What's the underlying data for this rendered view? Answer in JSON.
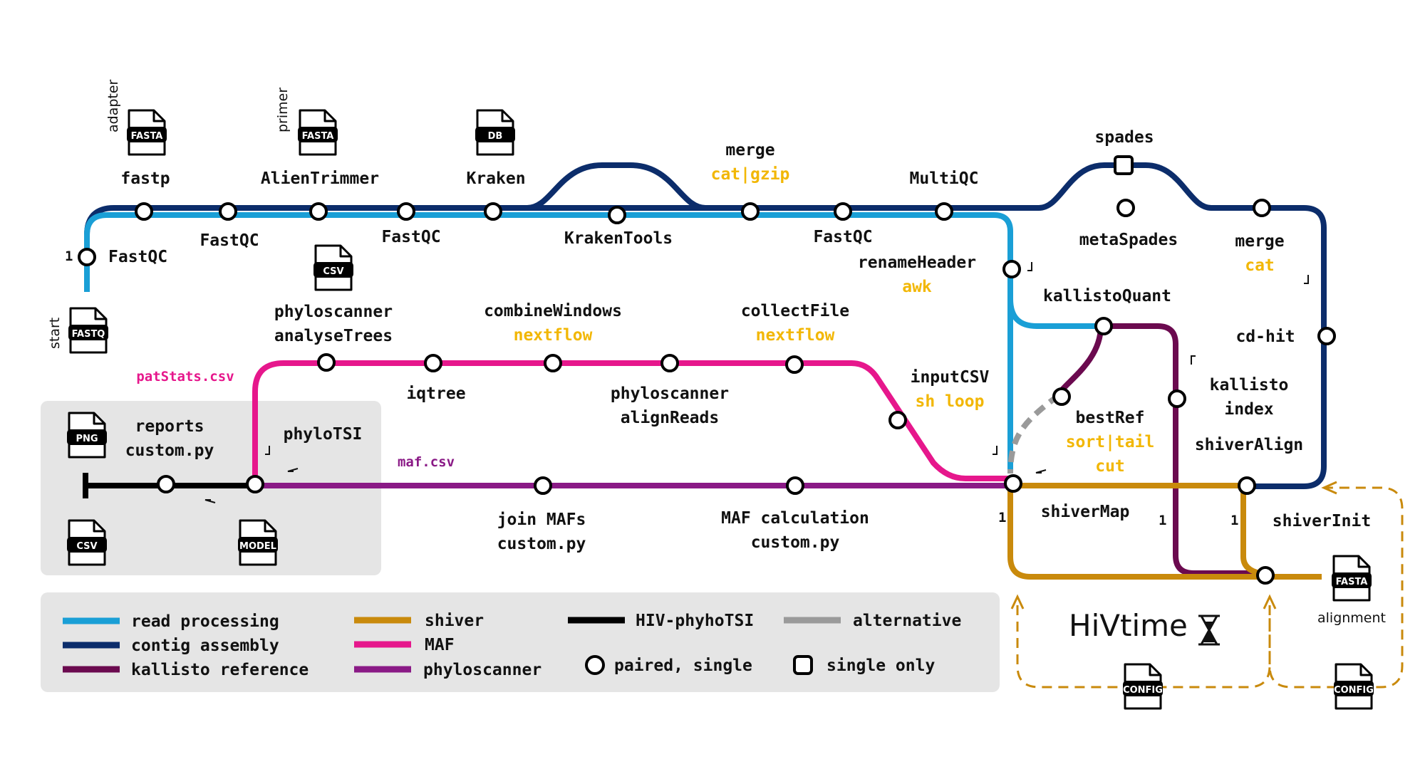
{
  "colors": {
    "read_processing": "#1a9fd6",
    "contig_assembly": "#0c2d6b",
    "kallisto_reference": "#6b0a4f",
    "shiver": "#c98a0c",
    "maf": "#e6178c",
    "phyloscanner": "#8a1a86",
    "hiv_phylotsi": "#000000",
    "alternative": "#9a9a9a",
    "tool_yellow": "#f2b705",
    "panel_bg": "#e5e5e5"
  },
  "files": {
    "adapter_fasta": {
      "type": "FASTA",
      "caption": "adapter"
    },
    "primer_fasta": {
      "type": "FASTA",
      "caption": "primer"
    },
    "kraken_db": {
      "type": "DB"
    },
    "start_fastq": {
      "type": "FASTQ",
      "caption": "start"
    },
    "csv_top": {
      "type": "CSV"
    },
    "reports_png": {
      "type": "PNG"
    },
    "reports_csv": {
      "type": "CSV"
    },
    "model_file": {
      "type": "MODEL"
    },
    "alignment_fasta": {
      "type": "FASTA",
      "caption": "alignment"
    },
    "config_1": {
      "type": "CONFIG"
    },
    "config_2": {
      "type": "CONFIG"
    }
  },
  "nodes": {
    "fastqc_1": "FastQC",
    "fastp": "fastp",
    "fastqc_2": "FastQC",
    "alientrimmer": "AlienTrimmer",
    "fastqc_3": "FastQC",
    "kraken": "Kraken",
    "krakentools": "KrakenTools",
    "merge_1": "merge",
    "merge_1_tool": "cat|gzip",
    "fastqc_4": "FastQC",
    "multiqc": "MultiQC",
    "spades": "spades",
    "metaspades": "metaSpades",
    "merge_2": "merge",
    "merge_2_tool": "cat",
    "cdhit": "cd-hit",
    "renameheader": "renameHeader",
    "renameheader_tool": "awk",
    "kallistoquant": "kallistoQuant",
    "kallisto_index_1": "kallisto",
    "kallisto_index_2": "index",
    "bestref": "bestRef",
    "bestref_tool_1": "sort|tail",
    "bestref_tool_2": "cut",
    "shiveralign": "shiverAlign",
    "shivermap": "shiverMap",
    "shiverinit": "shiverInit",
    "inputcsv": "inputCSV",
    "inputcsv_tool": "sh loop",
    "collectfile": "collectFile",
    "collectfile_tool": "nextflow",
    "combinewindows": "combineWindows",
    "combinewindows_tool": "nextflow",
    "phylo_analyse_1": "phyloscanner",
    "phylo_analyse_2": "analyseTrees",
    "iqtree": "iqtree",
    "phylo_align_1": "phyloscanner",
    "phylo_align_2": "alignReads",
    "patstats": "patStats.csv",
    "phylotsi": "phyloTSI",
    "maf_csv": "maf.csv",
    "reports": "reports",
    "reports_tool": "custom.py",
    "join_mafs": "join MAFs",
    "join_mafs_tool": "custom.py",
    "maf_calc": "MAF calculation",
    "maf_calc_tool": "custom.py"
  },
  "branch_marks": [
    "1",
    "1",
    "1",
    "1"
  ],
  "hivtime": {
    "title": "HiVtime",
    "icon": "hourglass-icon"
  },
  "legend": {
    "items": [
      {
        "label": "read processing",
        "color": "#1a9fd6"
      },
      {
        "label": "contig assembly",
        "color": "#0c2d6b"
      },
      {
        "label": "kallisto reference",
        "color": "#6b0a4f"
      },
      {
        "label": "shiver",
        "color": "#c98a0c"
      },
      {
        "label": "MAF",
        "color": "#e6178c"
      },
      {
        "label": "phyloscanner",
        "color": "#8a1a86"
      },
      {
        "label": "HIV-phyhoTSI",
        "color": "#000000"
      },
      {
        "label": "alternative",
        "color": "#9a9a9a"
      }
    ],
    "paired_single": "paired, single",
    "single_only": "single only"
  }
}
